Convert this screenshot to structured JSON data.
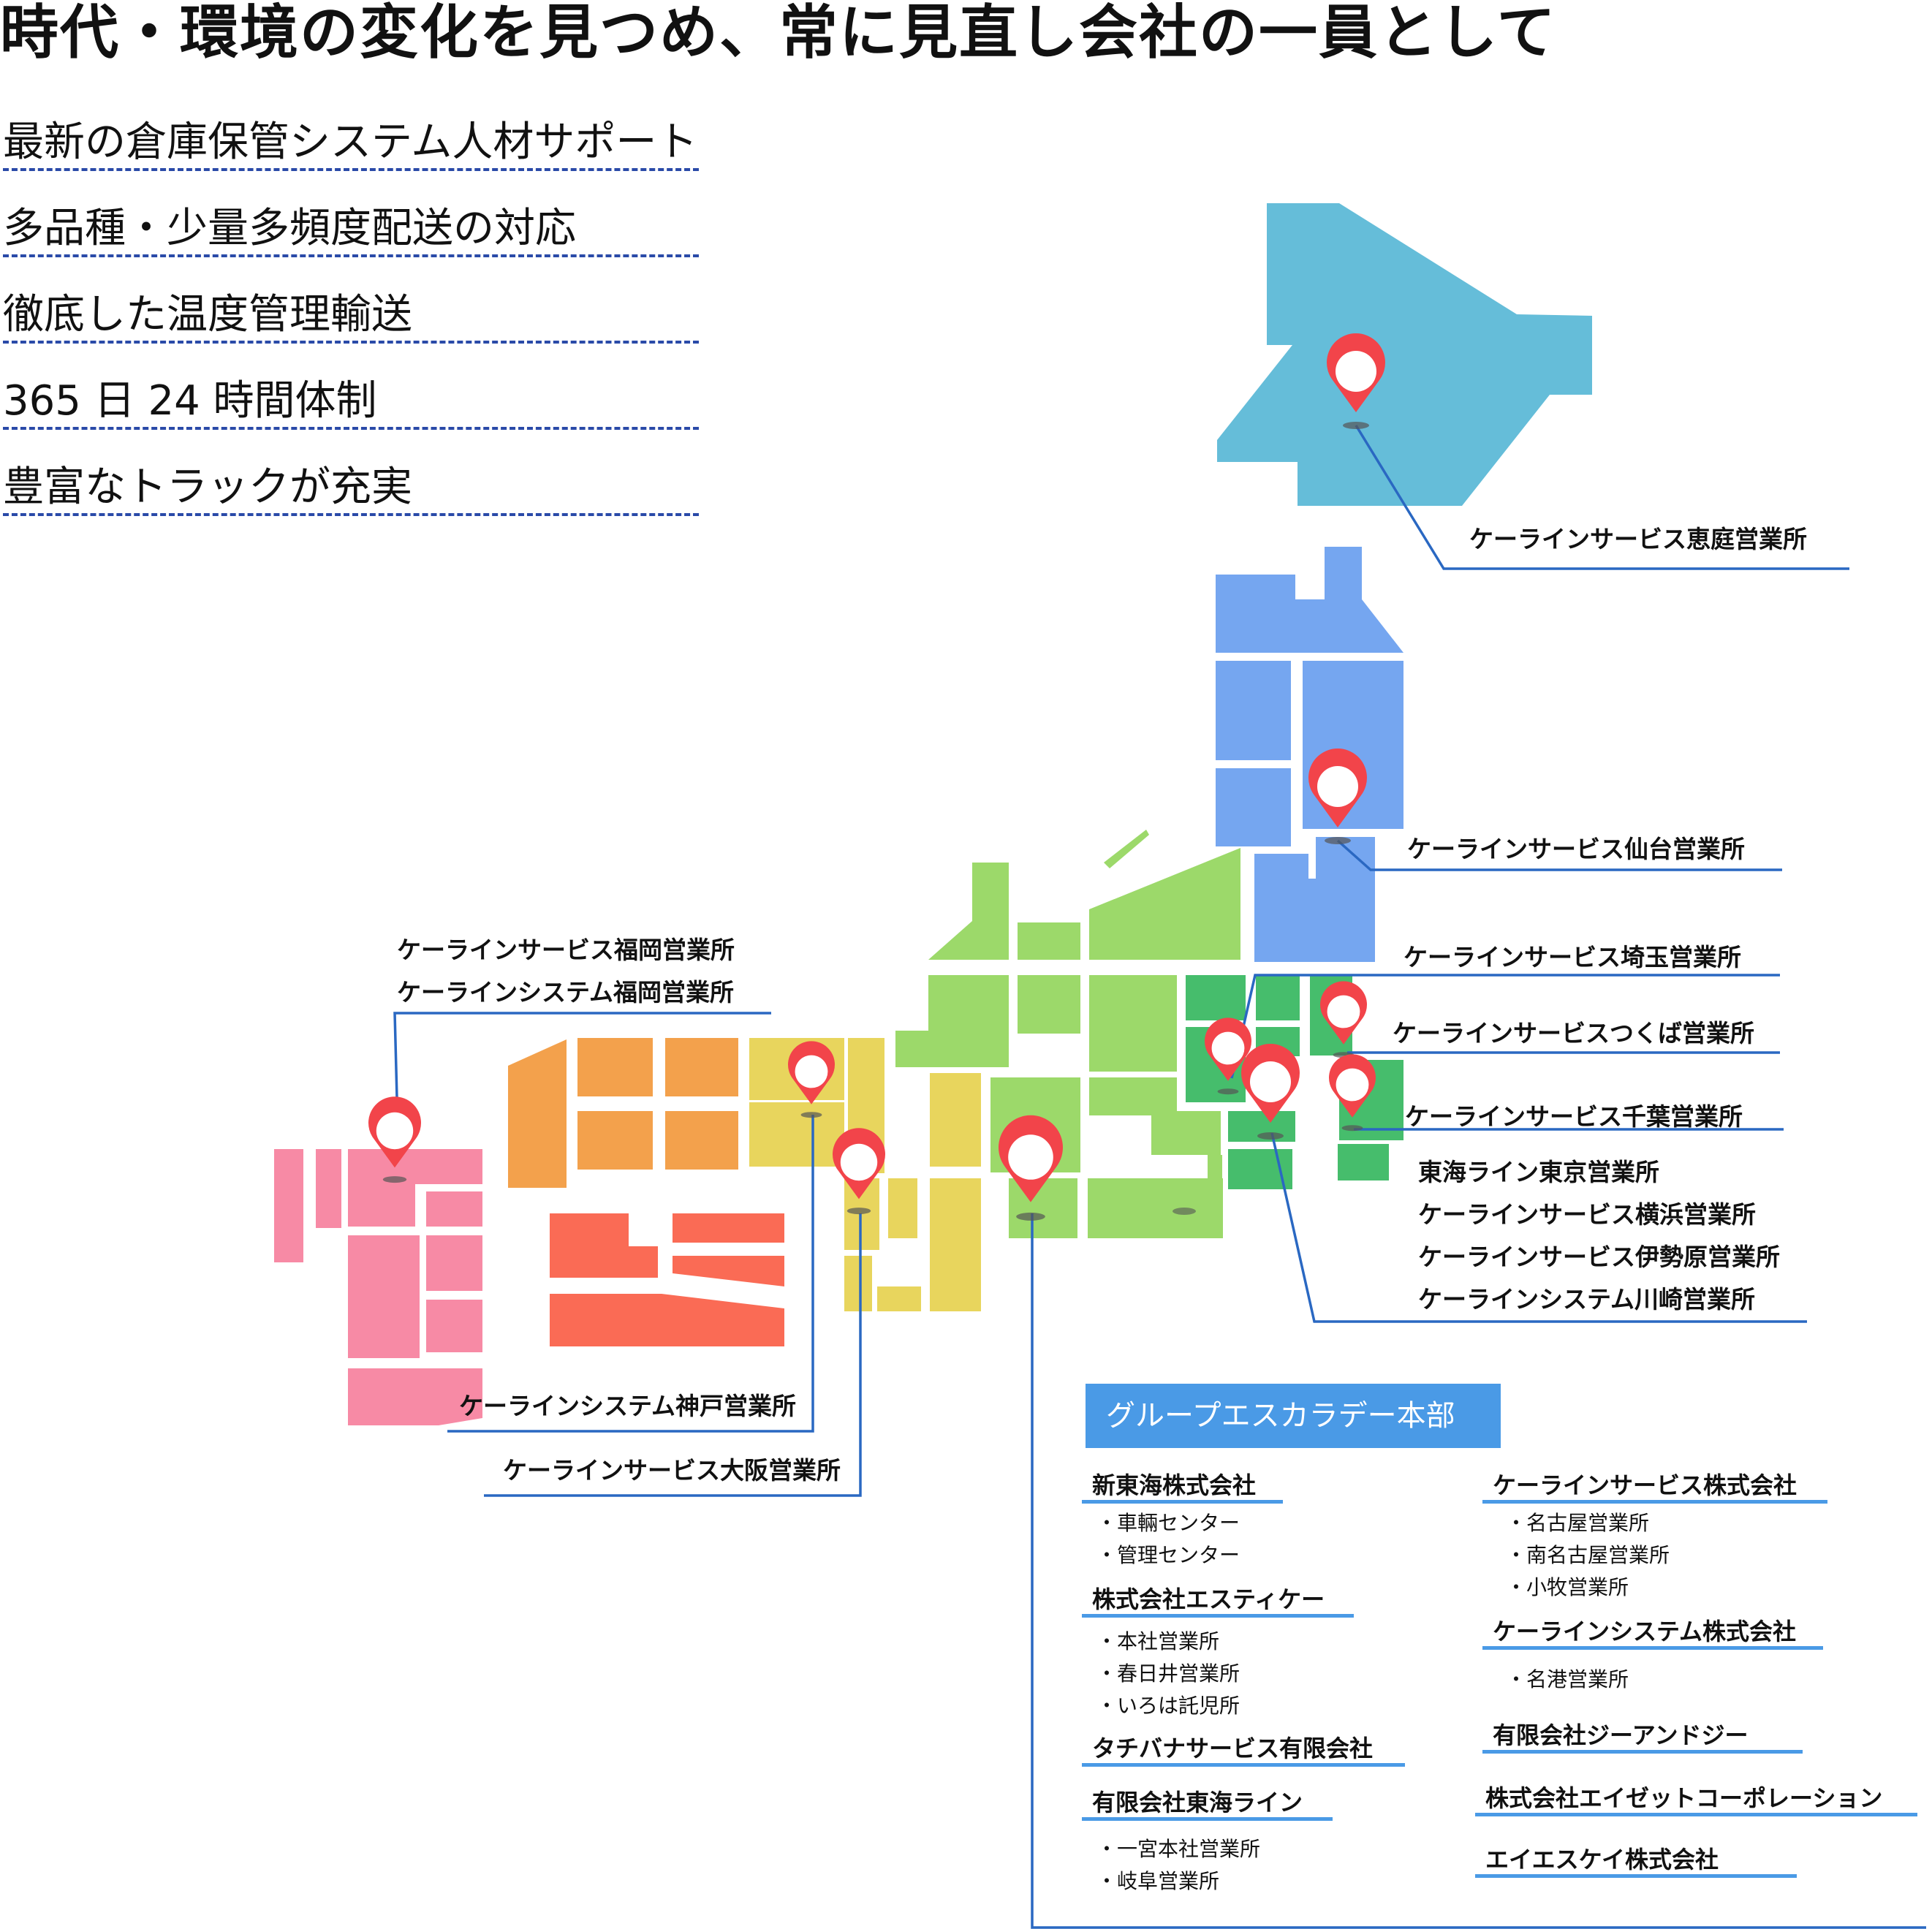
{
  "heading": "時代・環境の変化を見つめ、常に見直し会社の一員として",
  "features": [
    "最新の倉庫保管システム人材サポート",
    "多品種・少量多頻度配送の対応",
    "徹底した温度管理輸送",
    "365 日 24 時間体制",
    "豊富なトラックが充実"
  ],
  "offices": {
    "eniwa": "ケーラインサービス恵庭営業所",
    "sendai": "ケーラインサービス仙台営業所",
    "saitama": "ケーラインサービス埼玉営業所",
    "tsukuba": "ケーラインサービスつくば営業所",
    "chiba": "ケーラインサービス千葉営業所",
    "tokyo": "東海ライン東京営業所",
    "yokohama": "ケーラインサービス横浜営業所",
    "isehara": "ケーラインサービス伊勢原営業所",
    "kawasaki": "ケーラインシステム川崎営業所",
    "fukuoka_service": "ケーラインサービス福岡営業所",
    "fukuoka_system": "ケーラインシステム福岡営業所",
    "kobe": "ケーラインシステム神戸営業所",
    "osaka": "ケーラインサービス大阪営業所"
  },
  "hq": {
    "title": "グループエスカラデー本部",
    "left_column": [
      {
        "name": "新東海株式会社",
        "branches": [
          "・車輛センター",
          "・管理センター"
        ]
      },
      {
        "name": "株式会社エスティケー",
        "branches": [
          "・本社営業所",
          "・春日井営業所",
          "・いろは託児所"
        ]
      },
      {
        "name": "タチバナサービス有限会社",
        "branches": []
      },
      {
        "name": "有限会社東海ライン",
        "branches": [
          "・一宮本社営業所",
          "・岐阜営業所"
        ]
      }
    ],
    "right_column": [
      {
        "name": "ケーラインサービス株式会社",
        "branches": [
          "・名古屋営業所",
          "・南名古屋営業所",
          "・小牧営業所"
        ]
      },
      {
        "name": "ケーラインシステム株式会社",
        "branches": [
          "・名港営業所"
        ]
      },
      {
        "name": "有限会社ジーアンドジー",
        "branches": []
      },
      {
        "name": "株式会社エイゼットコーポレーション",
        "branches": []
      },
      {
        "name": "エイエスケイ株式会社",
        "branches": []
      }
    ]
  },
  "colors": {
    "hokkaido": "#65bdd9",
    "tohoku": "#75a6f0",
    "kanto": "#46bd6c",
    "chubu": "#9cd96a",
    "kansai": "#e8d55d",
    "chugoku": "#f3a14c",
    "shikoku": "#fa6b55",
    "kyushu": "#f78aa5",
    "pin": "#f2444a",
    "leader": "#2a68c2",
    "hq_box": "#4a9ae6"
  }
}
